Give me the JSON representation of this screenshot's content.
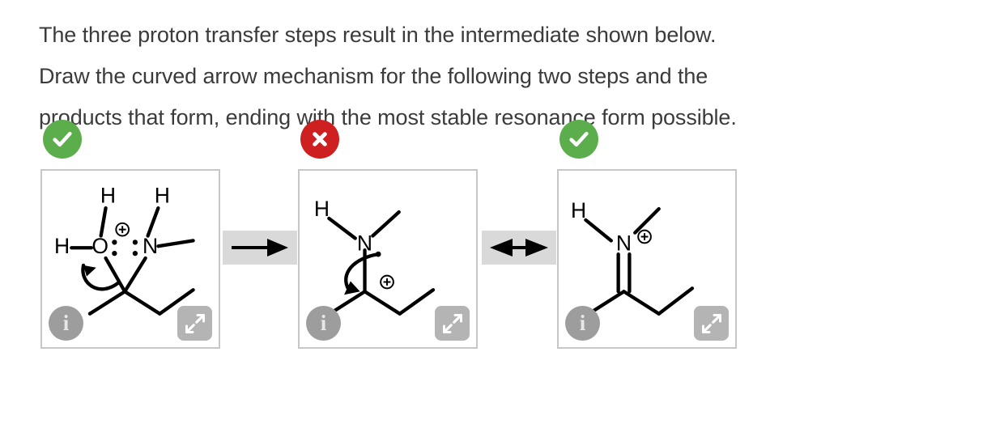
{
  "prompt": {
    "line1": "The three proton transfer steps result in the intermediate shown below.",
    "line2": "Draw the curved arrow mechanism for the following two steps and the",
    "line3": "products that form, ending with the most stable resonance form possible."
  },
  "colors": {
    "text": "#3b3b3b",
    "correct_badge": "#5cae4c",
    "incorrect_badge": "#ce2020",
    "panel_border": "#c7c7c7",
    "connector_band": "#d9d9d9",
    "info_button": "#9d9d9d",
    "expand_button": "#b4b4b4",
    "bond": "#000000"
  },
  "steps": [
    {
      "id": "step-1",
      "status": "correct",
      "status_icon": "check-circle-icon",
      "description": "Protonated hemiaminal intermediate with curved arrow from C-O bond to oxygen",
      "atom_labels": [
        "H",
        "H",
        "H",
        "O",
        "N"
      ],
      "charges": [
        "+"
      ],
      "lone_pairs": [
        "O",
        "N"
      ],
      "arrows": [
        "C-O bond to O"
      ],
      "info_label": "i",
      "info_icon": "info-icon",
      "expand_icon": "expand-icon"
    },
    {
      "id": "step-2",
      "status": "incorrect",
      "status_icon": "x-circle-icon",
      "description": "Carbocation with adjacent amine nitrogen and curved arrow from N lone pair to cationic carbon",
      "atom_labels": [
        "H",
        "N"
      ],
      "charges": [
        "+"
      ],
      "lone_pairs": [
        "N"
      ],
      "arrows": [
        "N lone pair to C+"
      ],
      "info_label": "i",
      "info_icon": "info-icon",
      "expand_icon": "expand-icon"
    },
    {
      "id": "step-3",
      "status": "correct",
      "status_icon": "check-circle-icon",
      "description": "Iminium ion resonance form with C=N double bond and positive charge on nitrogen",
      "atom_labels": [
        "H",
        "N"
      ],
      "charges": [
        "+"
      ],
      "lone_pairs": [],
      "arrows": [],
      "info_label": "i",
      "info_icon": "info-icon",
      "expand_icon": "expand-icon"
    }
  ],
  "connectors": [
    {
      "id": "connector-1",
      "type": "reaction-arrow",
      "icon": "arrow-right-icon"
    },
    {
      "id": "connector-2",
      "type": "resonance-arrow",
      "icon": "arrow-both-icon"
    }
  ]
}
